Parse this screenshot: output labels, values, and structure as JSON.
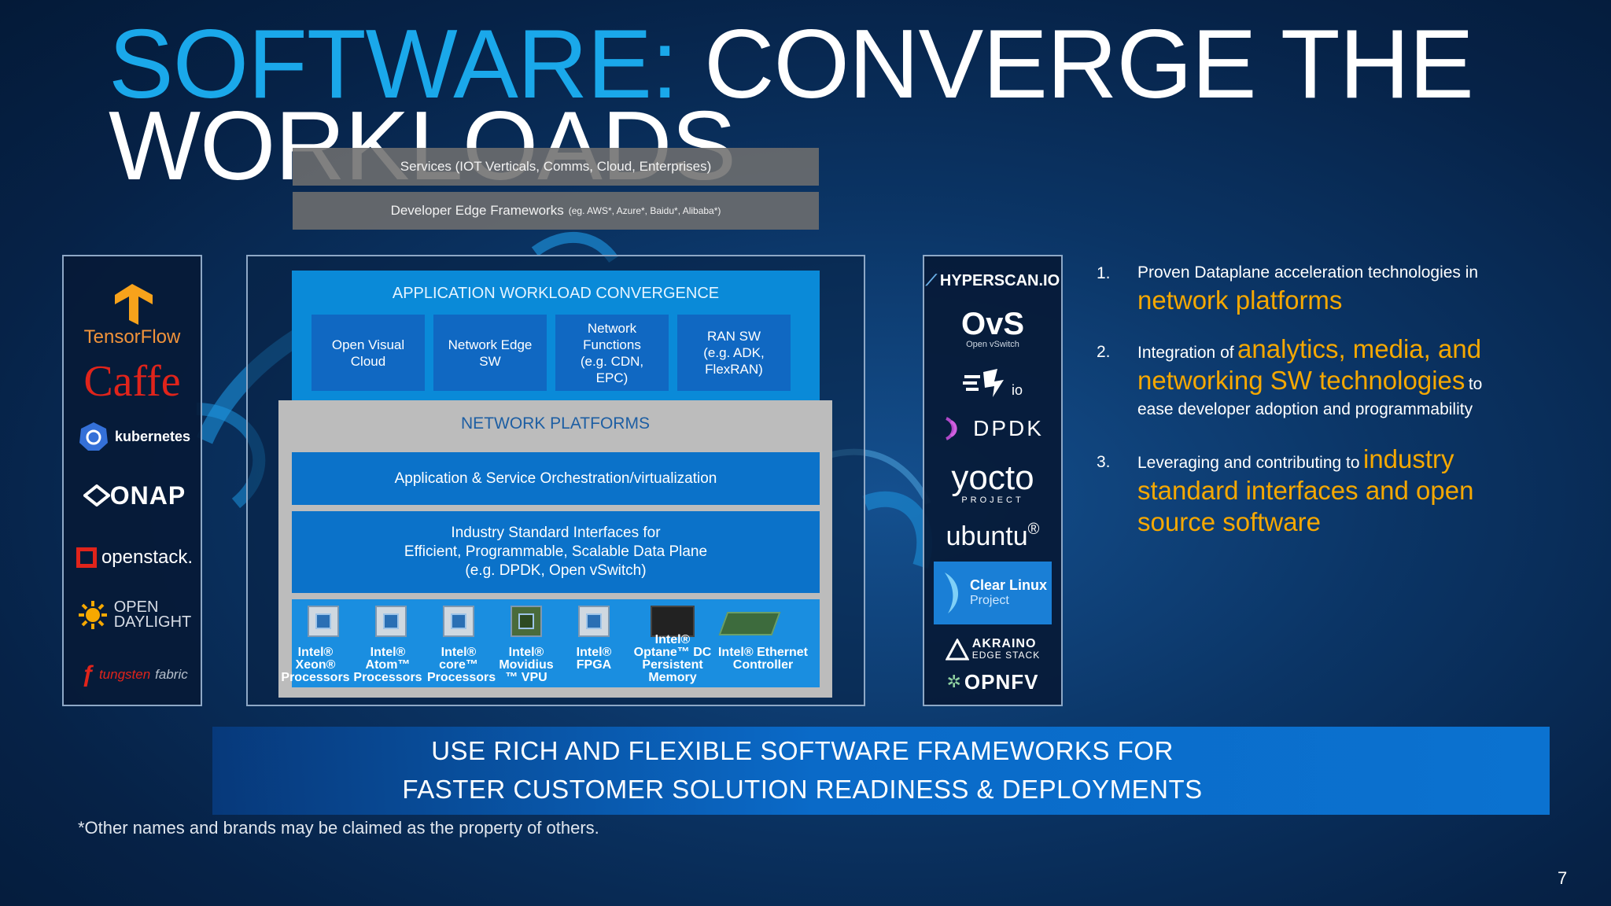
{
  "title": {
    "part1": "SOFTWARE:",
    "part2": "CONVERGE THE WORKLOADS"
  },
  "top_bars": {
    "services": "Services (IOT Verticals, Comms, Cloud, Enterprises)",
    "dev_frameworks": "Developer Edge Frameworks",
    "dev_frameworks_note": "(eg. AWS*, Azure*, Baidu*, Alibaba*)"
  },
  "left_logos": [
    "TensorFlow",
    "Caffe",
    "kubernetes",
    "ONAP",
    "openstack.",
    "OPEN",
    "DAYLIGHT",
    "tungsten",
    "fabric"
  ],
  "right_logos": [
    "HYPERSCAN.IO",
    "OvS",
    "Open vSwitch",
    "io",
    "DPDK",
    "yocto",
    "PROJECT",
    "ubuntu",
    "Clear Linux",
    "Project",
    "AKRAINO",
    "EDGE STACK",
    "OPNFV"
  ],
  "awc": {
    "title": "APPLICATION WORKLOAD CONVERGENCE",
    "boxes": [
      [
        "Open Visual",
        "Cloud"
      ],
      [
        "Network Edge",
        "SW"
      ],
      [
        "Network",
        "Functions",
        "(e.g. CDN,",
        "EPC)"
      ],
      [
        "RAN SW",
        "(e.g. ADK,",
        "FlexRAN)"
      ]
    ]
  },
  "network_platforms": {
    "title": "NETWORK PLATFORMS",
    "orchestration": "Application & Service Orchestration/virtualization",
    "interfaces": [
      "Industry Standard Interfaces for",
      "Efficient, Programmable, Scalable Data Plane",
      "(e.g. DPDK, Open vSwitch)"
    ],
    "chips": [
      [
        "Intel® Xeon®",
        "Processors"
      ],
      [
        "Intel® Atom™",
        "Processors"
      ],
      [
        "Intel®",
        "core™",
        "Processors"
      ],
      [
        "Intel®",
        "Movidius",
        "™ VPU"
      ],
      [
        "Intel®",
        "FPGA"
      ],
      [
        "Intel®",
        "Optane™ DC",
        "Persistent",
        "Memory"
      ],
      [
        "Intel® Ethernet",
        "Controller"
      ]
    ]
  },
  "points": [
    {
      "num": "1.",
      "pre": "Proven Dataplane acceleration technologies in",
      "hl": "network platforms"
    },
    {
      "num": "2.",
      "pre": "Integration of",
      "hl1": "analytics, media, and",
      "hl2": "networking SW technologies",
      "post1": "to",
      "post2": "ease developer adoption and programmability"
    },
    {
      "num": "3.",
      "pre": "Leveraging and contributing to",
      "hl1": "industry",
      "hl2": "standard interfaces and open",
      "hl3": "source software"
    }
  ],
  "banner": [
    "USE RICH AND FLEXIBLE SOFTWARE FRAMEWORKS FOR",
    "FASTER CUSTOMER SOLUTION READINESS & DEPLOYMENTS"
  ],
  "footnote": "*Other names and brands may be claimed as the property of others.",
  "page_number": "7",
  "colors": {
    "title_accent": "#1aa8ea",
    "highlight": "#f6a800",
    "panel_blue": "#0a8ad8"
  }
}
